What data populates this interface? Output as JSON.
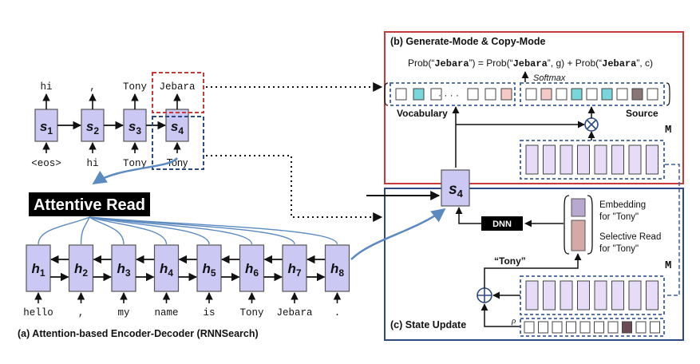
{
  "decoder": {
    "states": [
      {
        "main": "s",
        "sub": "1",
        "output": "hi",
        "input": "<eos>"
      },
      {
        "main": "s",
        "sub": "2",
        "output": ",",
        "input": "hi"
      },
      {
        "main": "s",
        "sub": "3",
        "output": "Tony",
        "input": "Tony"
      },
      {
        "main": "s",
        "sub": "4",
        "output": "Jebara",
        "input": "Tony"
      }
    ]
  },
  "encoder": {
    "states": [
      {
        "main": "h",
        "sub": "1",
        "word": "hello"
      },
      {
        "main": "h",
        "sub": "2",
        "word": ","
      },
      {
        "main": "h",
        "sub": "3",
        "word": "my"
      },
      {
        "main": "h",
        "sub": "4",
        "word": "name"
      },
      {
        "main": "h",
        "sub": "5",
        "word": "is"
      },
      {
        "main": "h",
        "sub": "6",
        "word": "Tony"
      },
      {
        "main": "h",
        "sub": "7",
        "word": "Jebara"
      },
      {
        "main": "h",
        "sub": "8",
        "word": "."
      }
    ],
    "attentive_read_label": "Attentive Read",
    "caption": "(a) Attention-based Encoder-Decoder (RNNSearch)"
  },
  "panel_b": {
    "title": "(b) Generate-Mode & Copy-Mode",
    "formula": {
      "p1": "Prob(“",
      "w1": "Jebara",
      "p2": "”) = Prob(“",
      "w2": "Jebara",
      "p3": "”, g) + Prob(“",
      "w3": "Jebara",
      "p4": "”, c)"
    },
    "softmax_label": "Softmax",
    "ellipsis": "· · · ·",
    "vocabulary_label": "Vocabulary",
    "source_label": "Source",
    "memory_label": "M",
    "vocab_cell_colors": [
      "#ffffff",
      "#79d6db",
      "#ffffff",
      "#ffffff",
      "#ffffff",
      "#f4c9c6"
    ],
    "source_cell_colors": [
      "#ffffff",
      "#f4c9c6",
      "#ffffff",
      "#79d6db",
      "#ffffff",
      "#79d6db",
      "#ffffff",
      "#8a7676",
      "#ffffff"
    ]
  },
  "panel_c": {
    "title": "(c) State Update",
    "s4": {
      "main": "s",
      "sub": "4"
    },
    "dnn_label": "DNN",
    "embedding_label_1": "Embedding",
    "embedding_label_2": "for \"Tony\"",
    "selective_label_1": "Selective Read",
    "selective_label_2": "for \"Tony\"",
    "tony_label": "“Tony”",
    "rho_label": "ρ",
    "memory_label": "M",
    "rho_cell_colors": [
      "#ffffff",
      "#ffffff",
      "#ffffff",
      "#ffffff",
      "#ffffff",
      "#ffffff",
      "#ffffff",
      "#6b4c55",
      "#ffffff",
      "#ffffff"
    ]
  },
  "colors": {
    "state_fill": "#ccc8f4",
    "memory_fill": "#e6dcf8",
    "red_border": "#c83a3a",
    "blue_border": "#2d4a84",
    "dashed_blue": "#3e5e9a",
    "curve_blue": "#5a8ac0",
    "embed_fill": "#b7a9cf",
    "selective_fill": "#d4a9a6"
  }
}
